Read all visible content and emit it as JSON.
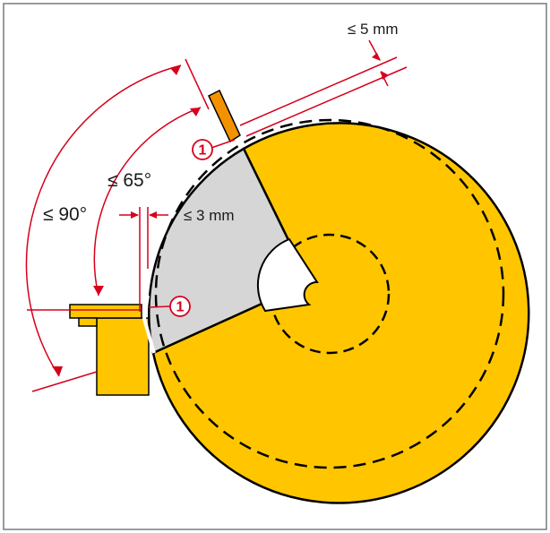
{
  "labels": {
    "angle_90": "≤ 90°",
    "angle_65": "≤ 65°",
    "gap_3mm": "≤ 3 mm",
    "gap_5mm": "≤ 5 mm"
  },
  "callouts": [
    {
      "number": "1"
    },
    {
      "number": "1"
    }
  ],
  "colors": {
    "wheel": "#ffc600",
    "guard_window": "#d6d6d6",
    "adjustable_tongue": "#f39200",
    "dimension_lines": "#d6001c",
    "outline": "#000000",
    "frame": "#7a7a7a"
  }
}
